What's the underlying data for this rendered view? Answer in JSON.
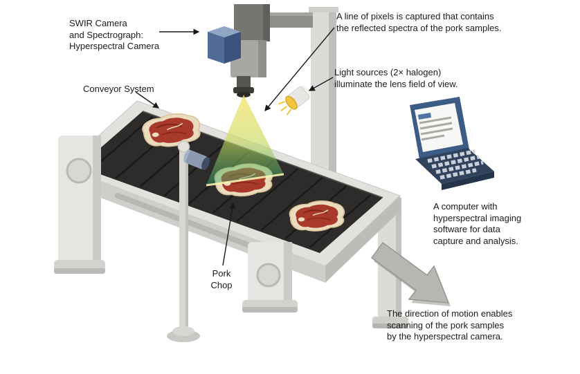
{
  "annotations": {
    "camera_label": "SWIR Camera\nand Spectrograph:\nHyperspectral Camera",
    "pixels_caption": "A line of pixels is captured that contains\nthe reflected spectra of the pork samples.",
    "light_caption": "Light sources (2× halogen)\nilluminate the lens field of view.",
    "conveyor_label": "Conveyor System",
    "pork_label": "Pork\nChop",
    "computer_caption": "A computer with\nhyperspectral imaging\nsoftware for data\ncapture and analysis.",
    "motion_caption": "The direction of motion enables\nscanning of the pork samples\nby the hyperspectral camera."
  },
  "icons": {
    "camera": "hyperspectral-camera",
    "halogen": "halogen-light",
    "computer": "laptop-computer",
    "motion": "direction-arrow"
  },
  "colors": {
    "belt_black": "#2d2c2a",
    "frame_gray": "#e2e1de",
    "camera_blue_left": "#4f6b96",
    "camera_blue_right": "#39537d",
    "camera_blue_top": "#8fa6c6",
    "laptop_base_navy": "#31435c",
    "laptop_screen_blue": "#3d5c85",
    "pork_red": "#a93a2b",
    "pork_fat": "#ecdcbe",
    "beam_yellow": "#f9e469",
    "beam_green": "#2fa56c",
    "halogen_yellow": "#f2c53d",
    "motion_arrow_gray": "#b7b6b3",
    "label_text": "#1a1a1a"
  }
}
